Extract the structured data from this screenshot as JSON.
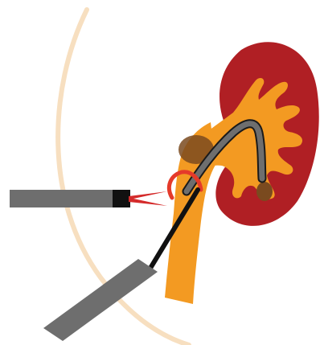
{
  "diagram": {
    "colors": {
      "background": "#ffffff",
      "body_wall_arc": "#f7dfc0",
      "kidney_parenchyma": "#b01f24",
      "collecting_system": "#f39a22",
      "ureter": "#f39a22",
      "stone": "#7a4a1f",
      "ureteroscope": "#6e6e6e",
      "ureteroscope_outline": "#1a1a1a",
      "access_sheath": "#6e6e6e",
      "access_sheath_tip": "#111111",
      "laser_tips": "#d42a2a",
      "ureter_band": "#e53a2a",
      "lithotripsy_probe": "#111111",
      "lithotripsy_handle": "#6e6e6e"
    },
    "parts": {
      "kidney": "kidney",
      "collecting_system": "renal-pelvis",
      "ureter": "ureter",
      "stone": "kidney-stone",
      "flexible_scope": "flexible-ureteroscope",
      "sheath": "access-sheath",
      "probe": "rigid-probe",
      "arc": "body-wall"
    }
  }
}
